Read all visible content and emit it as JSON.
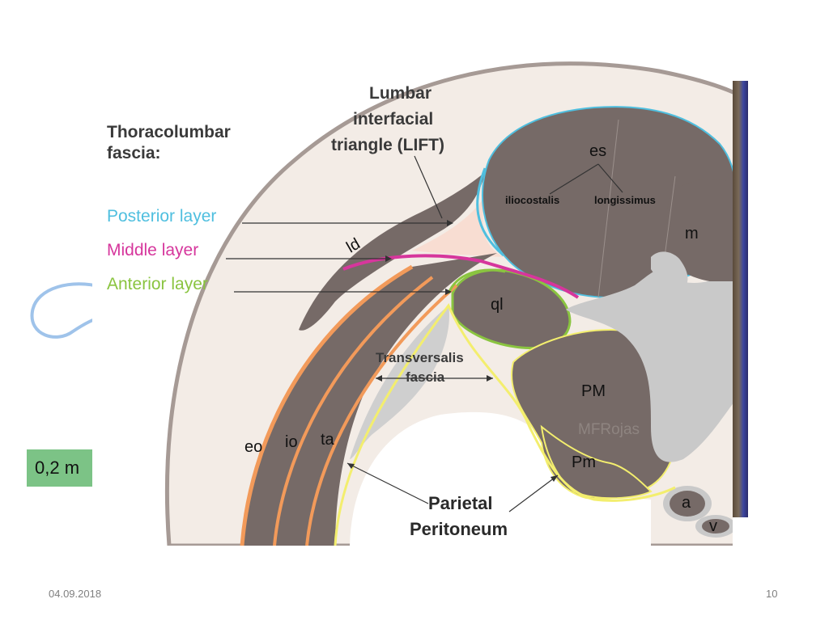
{
  "footer": {
    "date": "04.09.2018",
    "page": "10"
  },
  "behind_box": {
    "text": "0,2 m"
  },
  "legend": {
    "heading_line1": "Thoracolumbar",
    "heading_line2": "fascia:",
    "posterior": "Posterior layer",
    "middle": "Middle layer",
    "anterior": "Anterior layer"
  },
  "lift": {
    "line1": "Lumbar",
    "line2": "interfacial",
    "line3": "triangle (LIFT)"
  },
  "muscles": {
    "es": "es",
    "iliocostalis": "iliocostalis",
    "longissimus": "longissimus",
    "m": "m",
    "ld": "ld",
    "ql": "ql",
    "pm_upper": "PM",
    "pm_lower": "Pm",
    "a": "a",
    "v": "v",
    "eo": "eo",
    "io": "io",
    "ta": "ta"
  },
  "transversalis": {
    "line1": "Transversalis",
    "line2": "fascia"
  },
  "parietal": {
    "line1": "Parietal",
    "line2": "Peritoneum"
  },
  "watermark": "MFRojas",
  "colors": {
    "muscle": "#766a67",
    "skin": "#f3ece6",
    "outline": "#a69a95",
    "posterior": "#4fbfdf",
    "middle": "#d6369c",
    "anterior": "#8ac440",
    "orange": "#f29a5a",
    "yellow": "#f3ee6e",
    "bone": "#c9c9c9"
  }
}
